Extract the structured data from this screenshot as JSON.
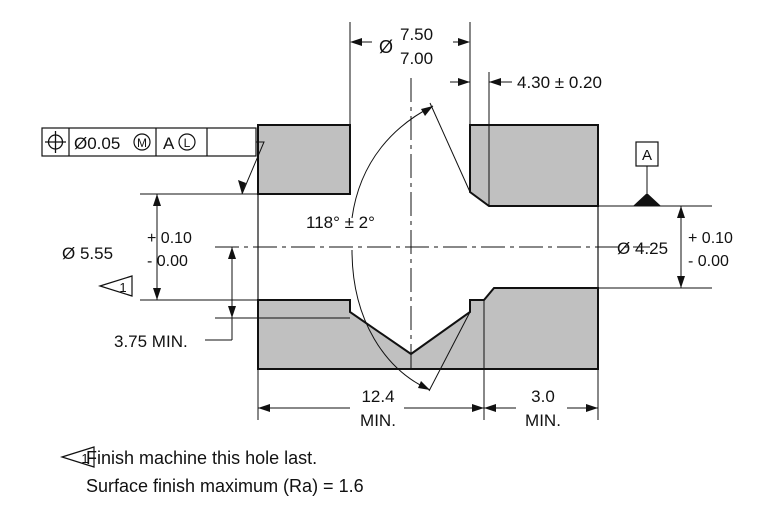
{
  "fcf": {
    "position_symbol": "⌖",
    "tolerance": "Ø0.05",
    "tolerance_modifier": "M",
    "datum": "A",
    "datum_modifier": "L"
  },
  "datum_label": "A",
  "dims": {
    "top_dia_prefix": "Ø",
    "top_dia_upper": "7.50",
    "top_dia_lower": "7.00",
    "cbore_depth": "4.30 ± 0.20",
    "left_dia": "Ø 5.55",
    "left_tol_upper": "+ 0.10",
    "left_tol_lower": "- 0.00",
    "drill_angle": "118° ± 2°",
    "right_dia": "Ø 4.25",
    "right_tol_upper": "+ 0.10",
    "right_tol_lower": "- 0.00",
    "min_depth": "3.75 MIN.",
    "depth_1": "12.4",
    "depth_1_sub": "MIN.",
    "depth_2": "3.0",
    "depth_2_sub": "MIN."
  },
  "flag_number": "1",
  "notes": {
    "note_1": "Finish machine this hole last.",
    "note_2": "Surface finish maximum (Ra) = 1.6"
  },
  "colors": {
    "section_fill": "#c0c0c0",
    "line": "#111111"
  }
}
